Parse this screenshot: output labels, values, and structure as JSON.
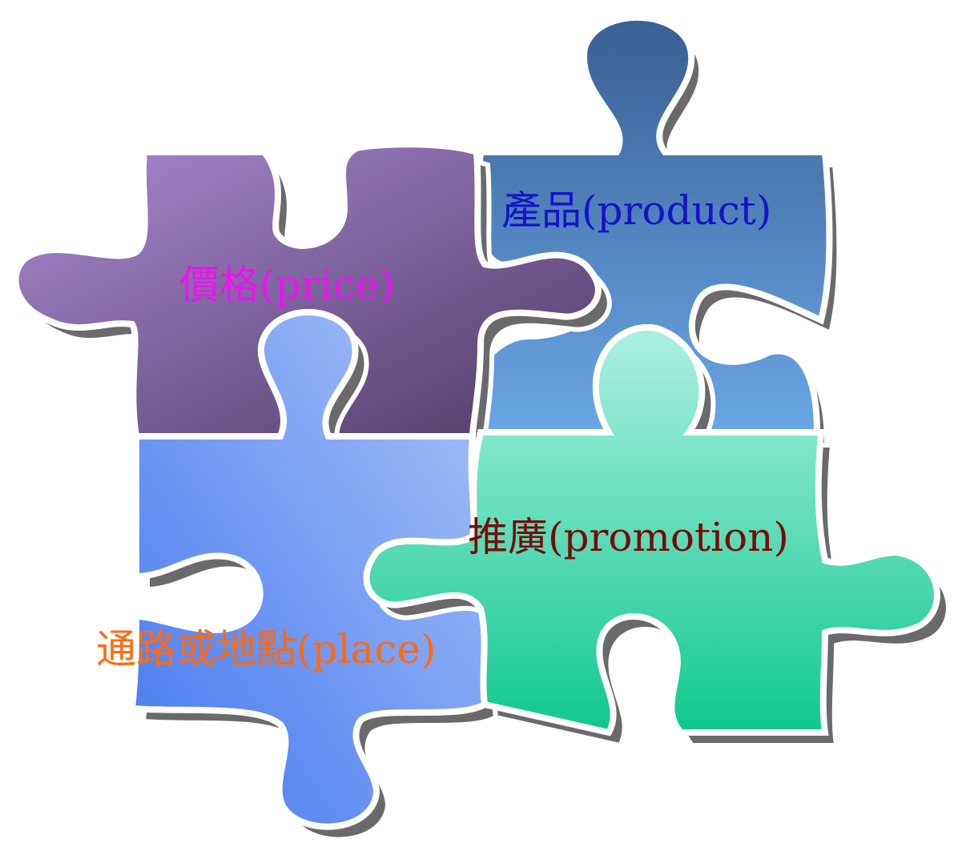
{
  "pieces": [
    {
      "id": "product",
      "label": "產品(product)",
      "text_color": "#1414c8",
      "fill_top": "#3a5f93",
      "fill_bottom": "#6aa6e6"
    },
    {
      "id": "price",
      "label": "價格(price)",
      "text_color": "#ee11ee",
      "fill_top": "#a07fc6",
      "fill_bottom": "#553f6e"
    },
    {
      "id": "place",
      "label": "通路或地點(place)",
      "text_color": "#ff6a10",
      "fill_top": "#a6c0f8",
      "fill_bottom": "#4a7cf0"
    },
    {
      "id": "promotion",
      "label": "推廣(promotion)",
      "text_color": "#7a0a0a",
      "fill_top": "#a6ece0",
      "fill_bottom": "#12c890"
    }
  ]
}
